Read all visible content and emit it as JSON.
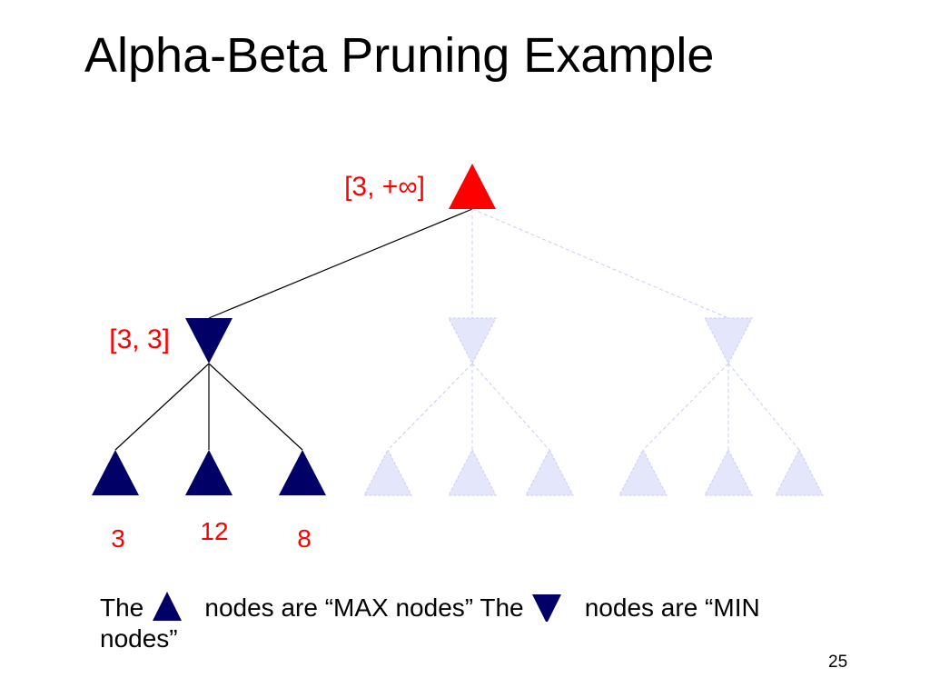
{
  "slide": {
    "title": "Alpha-Beta Pruning Example",
    "page_number": "25"
  },
  "tree": {
    "root": {
      "type": "MAX",
      "label": "[3, +∞]",
      "state": "active"
    },
    "children": [
      {
        "type": "MIN",
        "label": "[3, 3]",
        "state": "evaluated",
        "leaves": [
          {
            "type": "MAX",
            "value": "3",
            "state": "evaluated"
          },
          {
            "type": "MAX",
            "value": "12",
            "state": "evaluated"
          },
          {
            "type": "MAX",
            "value": "8",
            "state": "evaluated"
          }
        ]
      },
      {
        "type": "MIN",
        "label": "",
        "state": "unexplored",
        "leaves": [
          {
            "type": "MAX",
            "value": "",
            "state": "unexplored"
          },
          {
            "type": "MAX",
            "value": "",
            "state": "unexplored"
          },
          {
            "type": "MAX",
            "value": "",
            "state": "unexplored"
          }
        ]
      },
      {
        "type": "MIN",
        "label": "",
        "state": "unexplored",
        "leaves": [
          {
            "type": "MAX",
            "value": "",
            "state": "unexplored"
          },
          {
            "type": "MAX",
            "value": "",
            "state": "unexplored"
          },
          {
            "type": "MAX",
            "value": "",
            "state": "unexplored"
          }
        ]
      }
    ]
  },
  "legend": {
    "part1": "The",
    "part2": "nodes are “MAX nodes” The",
    "part3": "nodes are “MIN nodes”"
  },
  "colors": {
    "active": "#ff0000",
    "evaluated": "#000066",
    "unexplored": "#e4e6fb",
    "unexplored_stroke": "#c9cdf3",
    "label": "#ff0000"
  }
}
